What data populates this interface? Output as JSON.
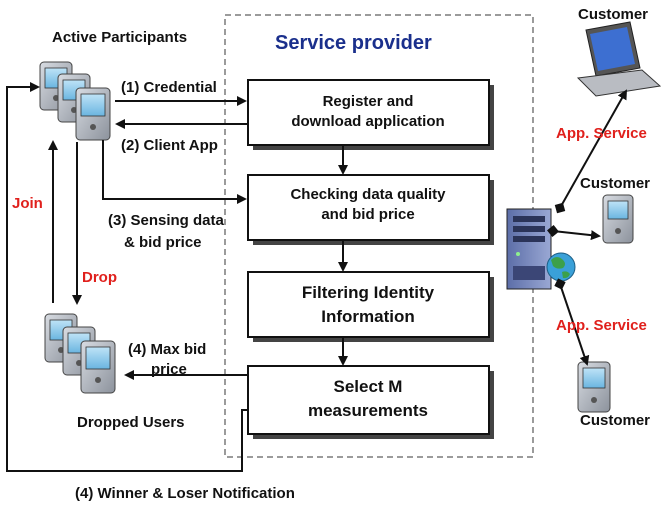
{
  "provider_title": "Service provider",
  "participants": {
    "active_label": "Active Participants",
    "dropped_label": "Dropped Users",
    "join_label": "Join",
    "drop_label": "Drop"
  },
  "steps": {
    "credential": "(1) Credential",
    "client_app": "(2) Client App",
    "sensing_line1": "(3) Sensing data",
    "sensing_line2": "& bid price",
    "max_bid_line1": "(4) Max bid",
    "max_bid_line2": "price",
    "winner_loser": "(4) Winner & Loser Notification"
  },
  "boxes": {
    "register": [
      "Register and",
      "download application"
    ],
    "checking": [
      "Checking data quality",
      "and bid price"
    ],
    "filtering": [
      "Filtering Identity",
      "Information"
    ],
    "select": [
      "Select M",
      "measurements"
    ]
  },
  "customers": {
    "top_label": "Customer",
    "middle_label": "Customer",
    "bottom_label": "Customer",
    "app_service_top": "App. Service",
    "app_service_bottom": "App. Service"
  },
  "colors": {
    "accent_red": "#e0201c",
    "title_blue": "#1a2f8c"
  },
  "icons": [
    "phone-stack-icon",
    "laptop-icon",
    "server-icon",
    "globe-icon",
    "pda-icon"
  ]
}
